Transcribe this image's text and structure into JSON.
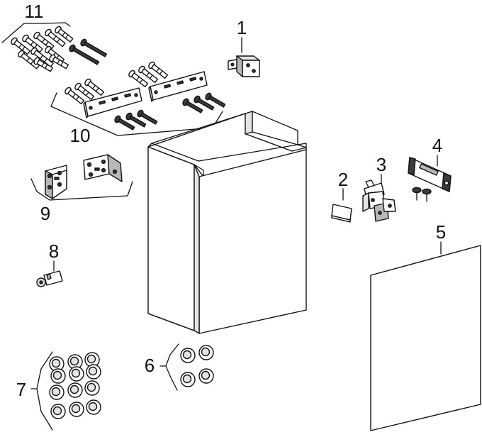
{
  "callouts": {
    "c1": "1",
    "c2": "2",
    "c3": "3",
    "c4": "4",
    "c5": "5",
    "c6": "6",
    "c7": "7",
    "c8": "8",
    "c9": "9",
    "c10": "10",
    "c11": "11"
  },
  "colors": {
    "line": "#111111",
    "paper": "#ffffff",
    "shade_light": "#e4e4e4",
    "shade_mid": "#b8b8b8",
    "shade_dark": "#3a3a3a"
  }
}
